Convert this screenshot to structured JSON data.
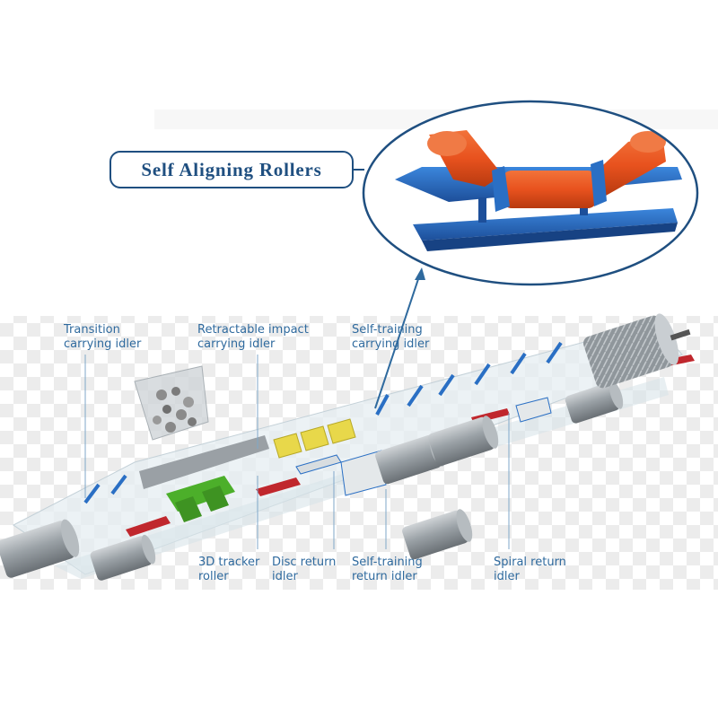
{
  "title": "Self Aligning Rollers",
  "labels": {
    "transition": "Transition\ncarrying idler",
    "retractable": "Retractable impact\ncarrying idler",
    "self_training_carrying": "Self-training\ncarrying idler",
    "tracker_3d": "3D tracker\nroller",
    "disc_return": "Disc return\nidler",
    "self_training_return": "Self-training\nreturn idler",
    "spiral_return": "Spiral return\nidler"
  },
  "colors": {
    "label": "#2f6a9e",
    "frame_border": "#1f4f80",
    "roller_orange": "#e8521e",
    "frame_blue": "#2a6fc4",
    "impact_green": "#4caf2a",
    "idler_yellow": "#e8d84a"
  }
}
